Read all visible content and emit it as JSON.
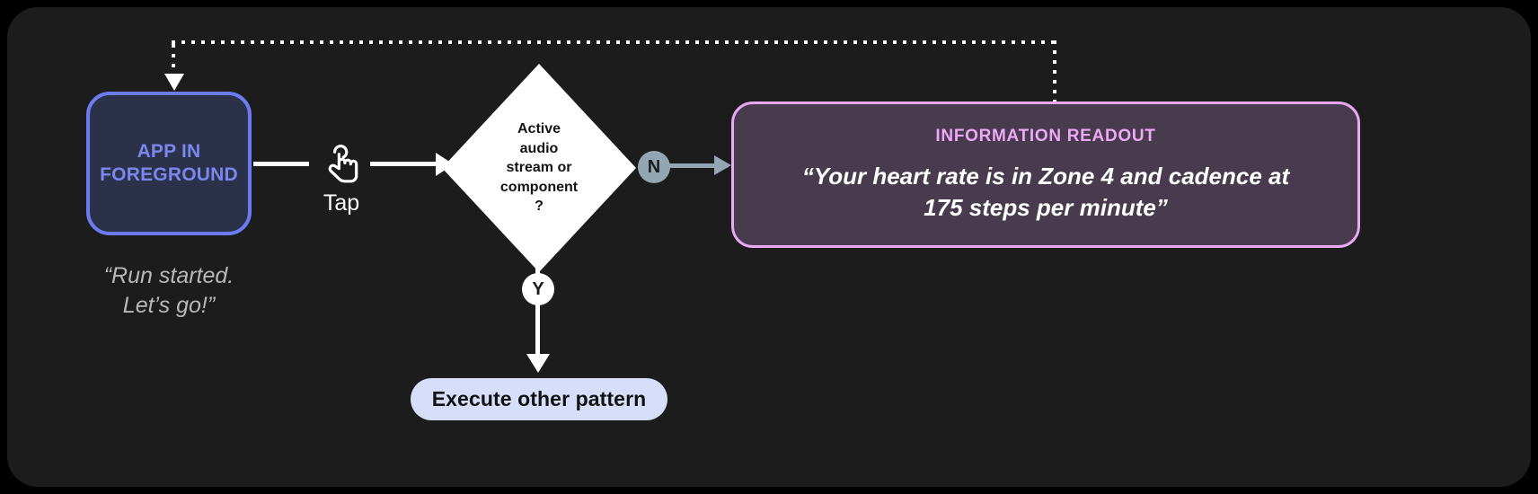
{
  "canvas": {
    "background": "#1c1c1c"
  },
  "nodes": {
    "app": {
      "label": "APP IN\nFOREGROUND",
      "label_line1": "APP IN",
      "label_line2": "FOREGROUND",
      "fill": "#2b3148",
      "border": "#6c7bf0",
      "text_color": "#7b87ef"
    },
    "app_caption": {
      "line1": "“Run started.",
      "line2": "Let’s go!”",
      "color": "#b8b8b8"
    },
    "tap": {
      "icon": "tap-gesture-icon",
      "label": "Tap",
      "color": "#ffffff"
    },
    "decision": {
      "line1": "Active",
      "line2": "audio",
      "line3": "stream or",
      "line4": "component",
      "line5": "?",
      "fill": "#ffffff",
      "text_color": "#141414"
    },
    "branch_no": {
      "label": "N",
      "badge_fill": "#93a6b4",
      "badge_text": "#1c1c1c",
      "connector_color": "#93a6b4"
    },
    "branch_yes": {
      "label": "Y",
      "badge_fill": "#ffffff",
      "badge_text": "#1c1c1c",
      "connector_color": "#ffffff"
    },
    "pill": {
      "label": "Execute other pattern",
      "fill": "#d6def9",
      "text_color": "#111111"
    },
    "readout": {
      "title": "INFORMATION READOUT",
      "body_line1": "“Your heart rate is in Zone 4 and cadence at",
      "body_line2": "175 steps per minute”",
      "fill": "#473b4d",
      "border": "#eaa8f5",
      "title_color": "#efa8f7",
      "body_color": "#ffffff"
    }
  },
  "connectors": {
    "feedback_loop": {
      "style": "dotted",
      "color": "#ffffff",
      "from": "readout",
      "to": "app"
    },
    "app_to_decision": {
      "style": "solid",
      "color": "#ffffff"
    },
    "decision_to_readout": {
      "style": "solid",
      "color": "#93a6b4"
    },
    "decision_to_pill": {
      "style": "solid",
      "color": "#ffffff"
    }
  }
}
